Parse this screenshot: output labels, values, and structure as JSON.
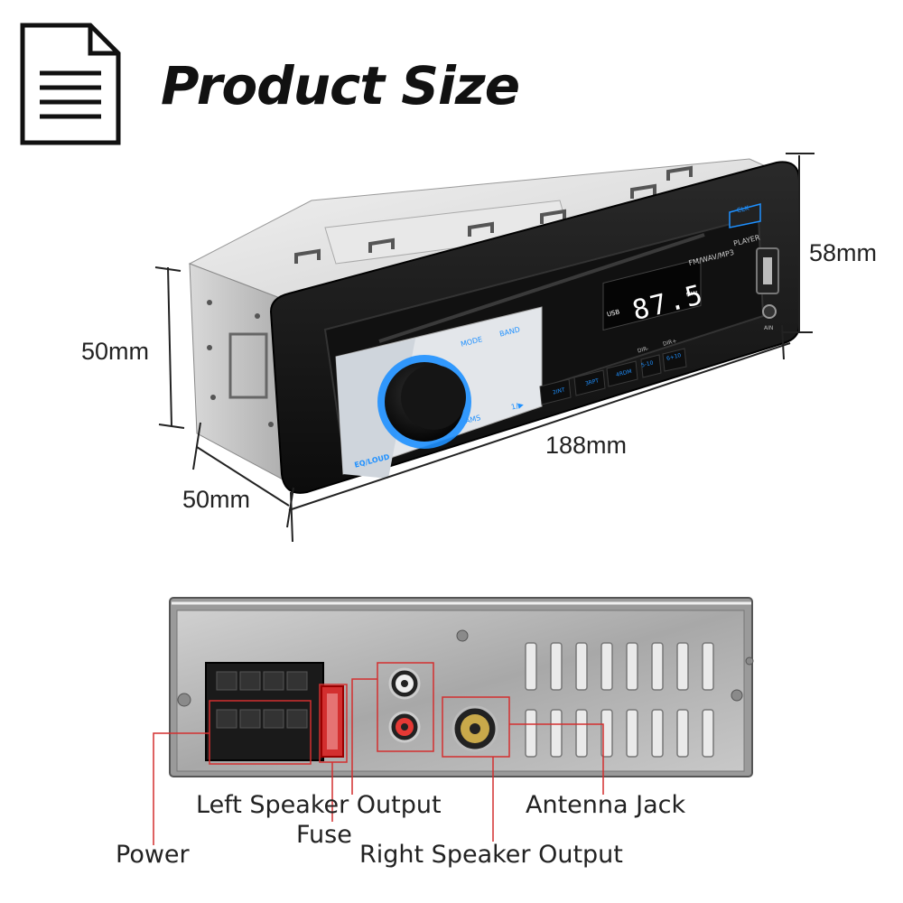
{
  "header": {
    "title": "Product Size",
    "icon": "document-icon"
  },
  "dimensions": {
    "height_left": "50mm",
    "depth": "50mm",
    "width": "188mm",
    "height_front": "58mm"
  },
  "device_front": {
    "faceplate_text": "FM/WAV/MP3",
    "display_text": "87.5",
    "display_usb": "USB",
    "display_unit": "MHz",
    "buttons": {
      "clk": "CLK",
      "player": "PLAYER",
      "mode": "MODE",
      "band": "BAND",
      "eq_loud": "EQ/LOUD",
      "ams": "AMS",
      "play": "1/▶",
      "b2": "2INT",
      "b3": "3RPT",
      "b4": "4RDM",
      "b5": "5-10",
      "b6": "6+10",
      "dir_minus": "DIR-",
      "dir_plus": "DIR+",
      "ain": "AIN"
    }
  },
  "connectors": {
    "power": "Power",
    "left_speaker": "Left Speaker Output",
    "fuse": "Fuse",
    "right_speaker": "Right Speaker Output",
    "antenna": "Antenna Jack"
  },
  "colors": {
    "accent_blue": "#1e90ff",
    "callout_red": "#d32f2f",
    "led_white": "#ffffff",
    "body_black": "#1a1a1a"
  }
}
